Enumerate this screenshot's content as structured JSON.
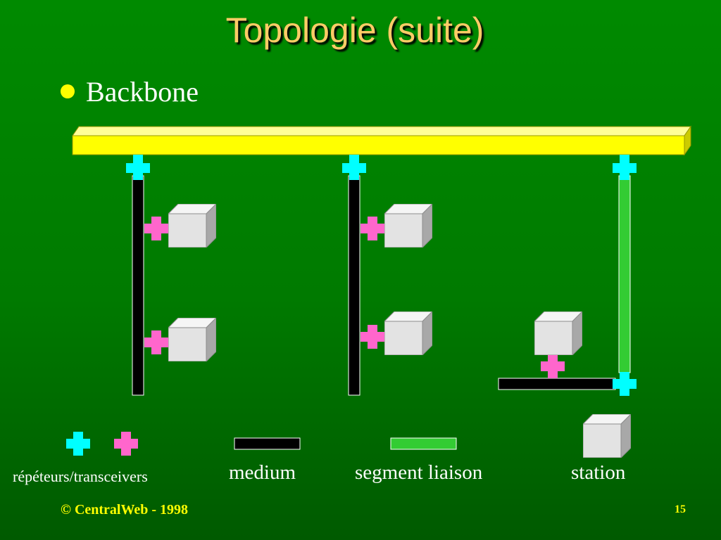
{
  "slide": {
    "title": "Topologie (suite)",
    "bullet": "Backbone"
  },
  "legend": {
    "repeaters_label": "répéteurs/transceivers",
    "medium_label": "medium",
    "segment_label": "segment liaison",
    "station_label": "station"
  },
  "footer": {
    "copyright": "© CentralWeb - 1998",
    "page_number": "15"
  },
  "colors": {
    "background": "#008000",
    "title": "#ffcc66",
    "bullet": "#ffff00",
    "backbone": "#ffff00",
    "medium": "#000000",
    "segment_liaison": "#33cc33",
    "repeater": "#00ffff",
    "transceiver": "#ff66cc",
    "station": "#e6e6e6",
    "footer": "#ffff00"
  },
  "icons": {
    "repeater": "cyan-cross-icon",
    "transceiver": "pink-cross-icon",
    "station": "gray-cube-icon"
  }
}
